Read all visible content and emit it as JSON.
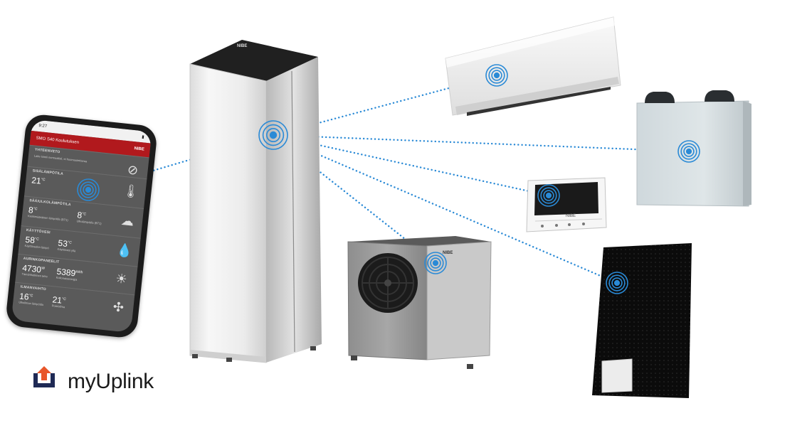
{
  "brand": {
    "name": "myUplink",
    "icon": "upload-arrow-house-icon",
    "accent_orange": "#e8562a",
    "navy": "#1f2a55"
  },
  "link_color": "#2a8ad6",
  "tank": {
    "badge": "NIBE"
  },
  "outdoor_unit": {
    "badge": "NIBE"
  },
  "thermostat": {
    "brand": "NIBE"
  },
  "phone": {
    "time": "9:27",
    "header_title": "SMO S40 Koulutuksen",
    "header_brand": "NIBE",
    "sections": [
      {
        "heading": "YHTEENVETO",
        "caption": "Laite toimii normaalisti, ei huomautettavaa"
      },
      {
        "heading": "SISÄLÄMPÖTILA",
        "value": "21",
        "unit": "°C"
      },
      {
        "heading": "SÄÄ/ULKOLÄMPÖTILA",
        "value_a": "8",
        "unit_a": "°C",
        "cap_a": "Keskimääräinen lämpötila (BT1)",
        "value_b": "8",
        "unit_b": "°C",
        "cap_b": "Ulkolämpötila (BT1)"
      },
      {
        "heading": "KÄYTTÖVESI",
        "value_a": "58",
        "unit_a": "°C",
        "cap_a": "Käyttöveden lämpö",
        "value_b": "53",
        "unit_b": "°C",
        "cap_b": "Käyttövesi yllä"
      },
      {
        "heading": "AURINKOPANEELIT",
        "value_a": "4730",
        "unit_a": "W",
        "cap_a": "Tämänhetkinen teho",
        "value_b": "5389",
        "unit_b": "kWh",
        "cap_b": "Kokonaisenergia"
      },
      {
        "heading": "ILMANVAIHTO",
        "value_a": "16",
        "unit_a": "°C",
        "cap_a": "Ulkoilman lämpötila",
        "value_b": "21",
        "unit_b": "°C",
        "cap_b": "Poistoilma"
      }
    ]
  }
}
